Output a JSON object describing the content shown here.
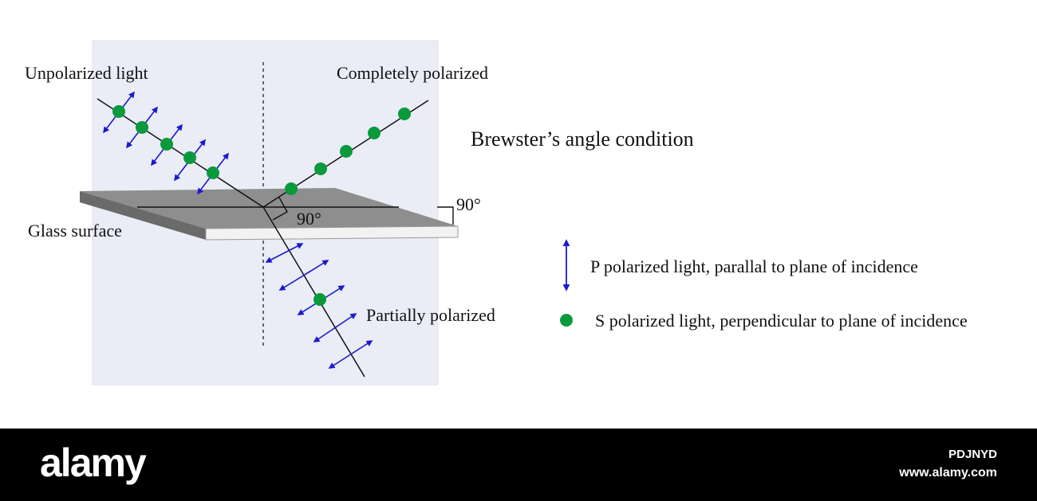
{
  "diagram": {
    "title": "Brewster’s angle condition",
    "labels": {
      "incident": "Unpolarized light",
      "reflected": "Completely polarized",
      "refracted": "Partially polarized",
      "surface": "Glass surface",
      "angle_reflect_refract": "90°",
      "angle_surface": "90°"
    },
    "legend": [
      {
        "symbol": "double-arrow",
        "text": "P polarized light, parallal to plane of incidence"
      },
      {
        "symbol": "green-dot",
        "text": "S polarized light, perpendicular to plane of incidence"
      }
    ],
    "colors": {
      "plane": "#eaecf6",
      "arrow": "#1a1acc",
      "dot": "#0a9a3c",
      "glass_top": "#8e8e8e",
      "glass_side": "#6a6a6a",
      "glass_front": "#f2f2f2"
    }
  },
  "footer": {
    "brand": "alamy",
    "image_id": "PDJNYD",
    "site": "www.alamy.com"
  }
}
